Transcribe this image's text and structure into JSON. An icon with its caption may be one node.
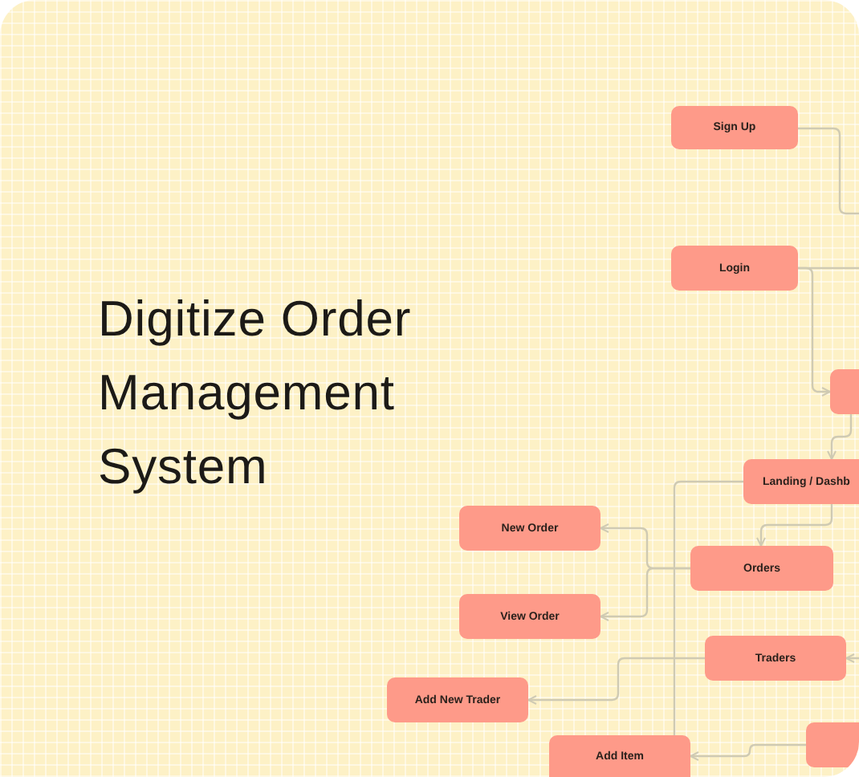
{
  "diagram": {
    "title": "Digitize Order Management System",
    "nodes": [
      {
        "text": [
          "Sign Up"
        ]
      },
      {
        "text": [
          "Login"
        ]
      },
      {
        "text": [],
        "shape": "box"
      },
      {
        "text": [
          "Landing / Dashb"
        ]
      },
      {
        "text": [
          "Orders"
        ]
      },
      {
        "text": [
          "New Order"
        ]
      },
      {
        "text": [
          "View Order"
        ]
      },
      {
        "text": [
          "Traders"
        ]
      },
      {
        "text": [
          "Add New Trader"
        ]
      },
      {
        "text": [
          "Add Item"
        ]
      },
      {
        "text": [],
        "shape": "box"
      }
    ],
    "edges": [
      {
        "from": 0,
        "to": null,
        "arrow": "none"
      },
      {
        "from": 1,
        "to": null,
        "arrow": "none"
      },
      {
        "from": 1,
        "to": 2,
        "arrow": "to"
      },
      {
        "from": 2,
        "to": 3,
        "arrow": "to"
      },
      {
        "from": 3,
        "to": 4,
        "arrow": "to"
      },
      {
        "from": 3,
        "to": 9,
        "arrow": "none"
      },
      {
        "from": 4,
        "to": 5,
        "arrow": "to"
      },
      {
        "from": 4,
        "to": 6,
        "arrow": "to"
      },
      {
        "from": 7,
        "to": 8,
        "arrow": "to"
      },
      {
        "from": null,
        "to": 7,
        "arrow": "to"
      },
      {
        "from": 10,
        "to": 9,
        "arrow": "to"
      }
    ]
  }
}
